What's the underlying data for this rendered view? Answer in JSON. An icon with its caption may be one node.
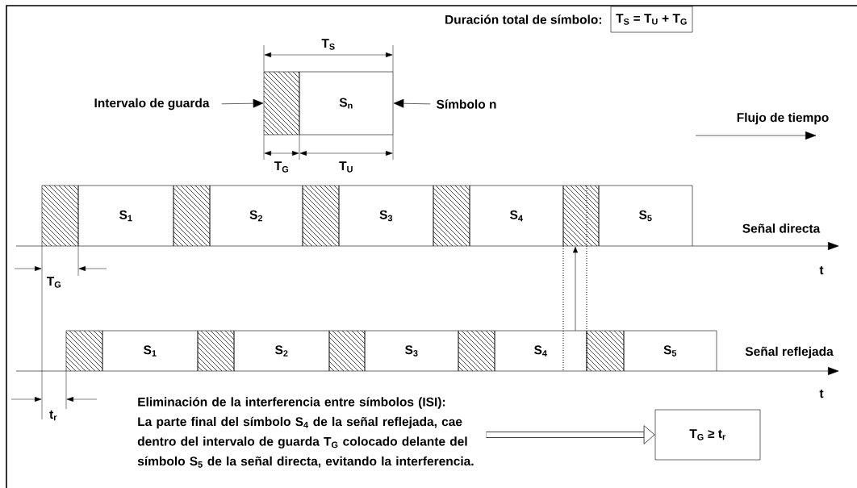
{
  "diagram": {
    "nodes": [
      {
        "text": [
          "Intervalo de guarda"
        ]
      },
      {
        "text": [],
        "shape": "box"
      },
      {
        "text": [
          "S$_{n}$"
        ]
      },
      {
        "text": [
          "Símbolo n"
        ]
      },
      {
        "text": [
          "T$_{S}$ = T$_{U}$ + T$_{G}$"
        ],
        "beside": [
          "Duración total de símbolo:"
        ]
      },
      {
        "text": [],
        "shape": "box"
      },
      {
        "text": [
          "S$_{1}$"
        ]
      },
      {
        "text": [],
        "shape": "box"
      },
      {
        "text": [
          "S$_{2}$"
        ]
      },
      {
        "text": [],
        "shape": "box"
      },
      {
        "text": [
          "S$_{3}$"
        ]
      },
      {
        "text": [],
        "shape": "box"
      },
      {
        "text": [
          "S$_{4}$"
        ]
      },
      {
        "text": [],
        "shape": "box"
      },
      {
        "text": [
          "S$_{5}$"
        ]
      },
      {
        "text": [],
        "shape": "box"
      },
      {
        "text": [
          "S$_{1}$"
        ]
      },
      {
        "text": [],
        "shape": "box"
      },
      {
        "text": [
          "S$_{2}$"
        ]
      },
      {
        "text": [],
        "shape": "box"
      },
      {
        "text": [
          "S$_{3}$"
        ]
      },
      {
        "text": [],
        "shape": "box"
      },
      {
        "text": [
          "S$_{4}$"
        ]
      },
      {
        "text": [],
        "shape": "box"
      },
      {
        "text": [
          "S$_{5}$"
        ]
      },
      {
        "text": [
          "Eliminación de la interferencia entre símbolos (ISI):",
          "La parte final del símbolo S$_{4}$ de la señal reflejada, cae dentro del intervalo de guarda T$_{G}$ colocado delante del símbolo S$_{5}$ de la señal directa, evitando la interferencia."
        ]
      },
      {
        "text": [
          "T$_{G}$ ≥ t$_{r}$"
        ]
      }
    ],
    "edges": [
      {
        "from": 0,
        "to": 1,
        "arrow": "to"
      },
      {
        "from": 3,
        "to": 2,
        "arrow": "to"
      },
      {
        "from": 22,
        "to": 13,
        "arrow": "to"
      },
      {
        "from": 25,
        "to": 26,
        "arrow": "to",
        "style": "thick"
      }
    ],
    "labels": [
      "T$_{S}$",
      "Flujo de tiempo",
      "T$_{G}$",
      "T$_{U}$",
      "Señal directa",
      "t",
      "T$_{G}$",
      "Señal reflejada",
      "t",
      "t$_{r}$"
    ]
  }
}
